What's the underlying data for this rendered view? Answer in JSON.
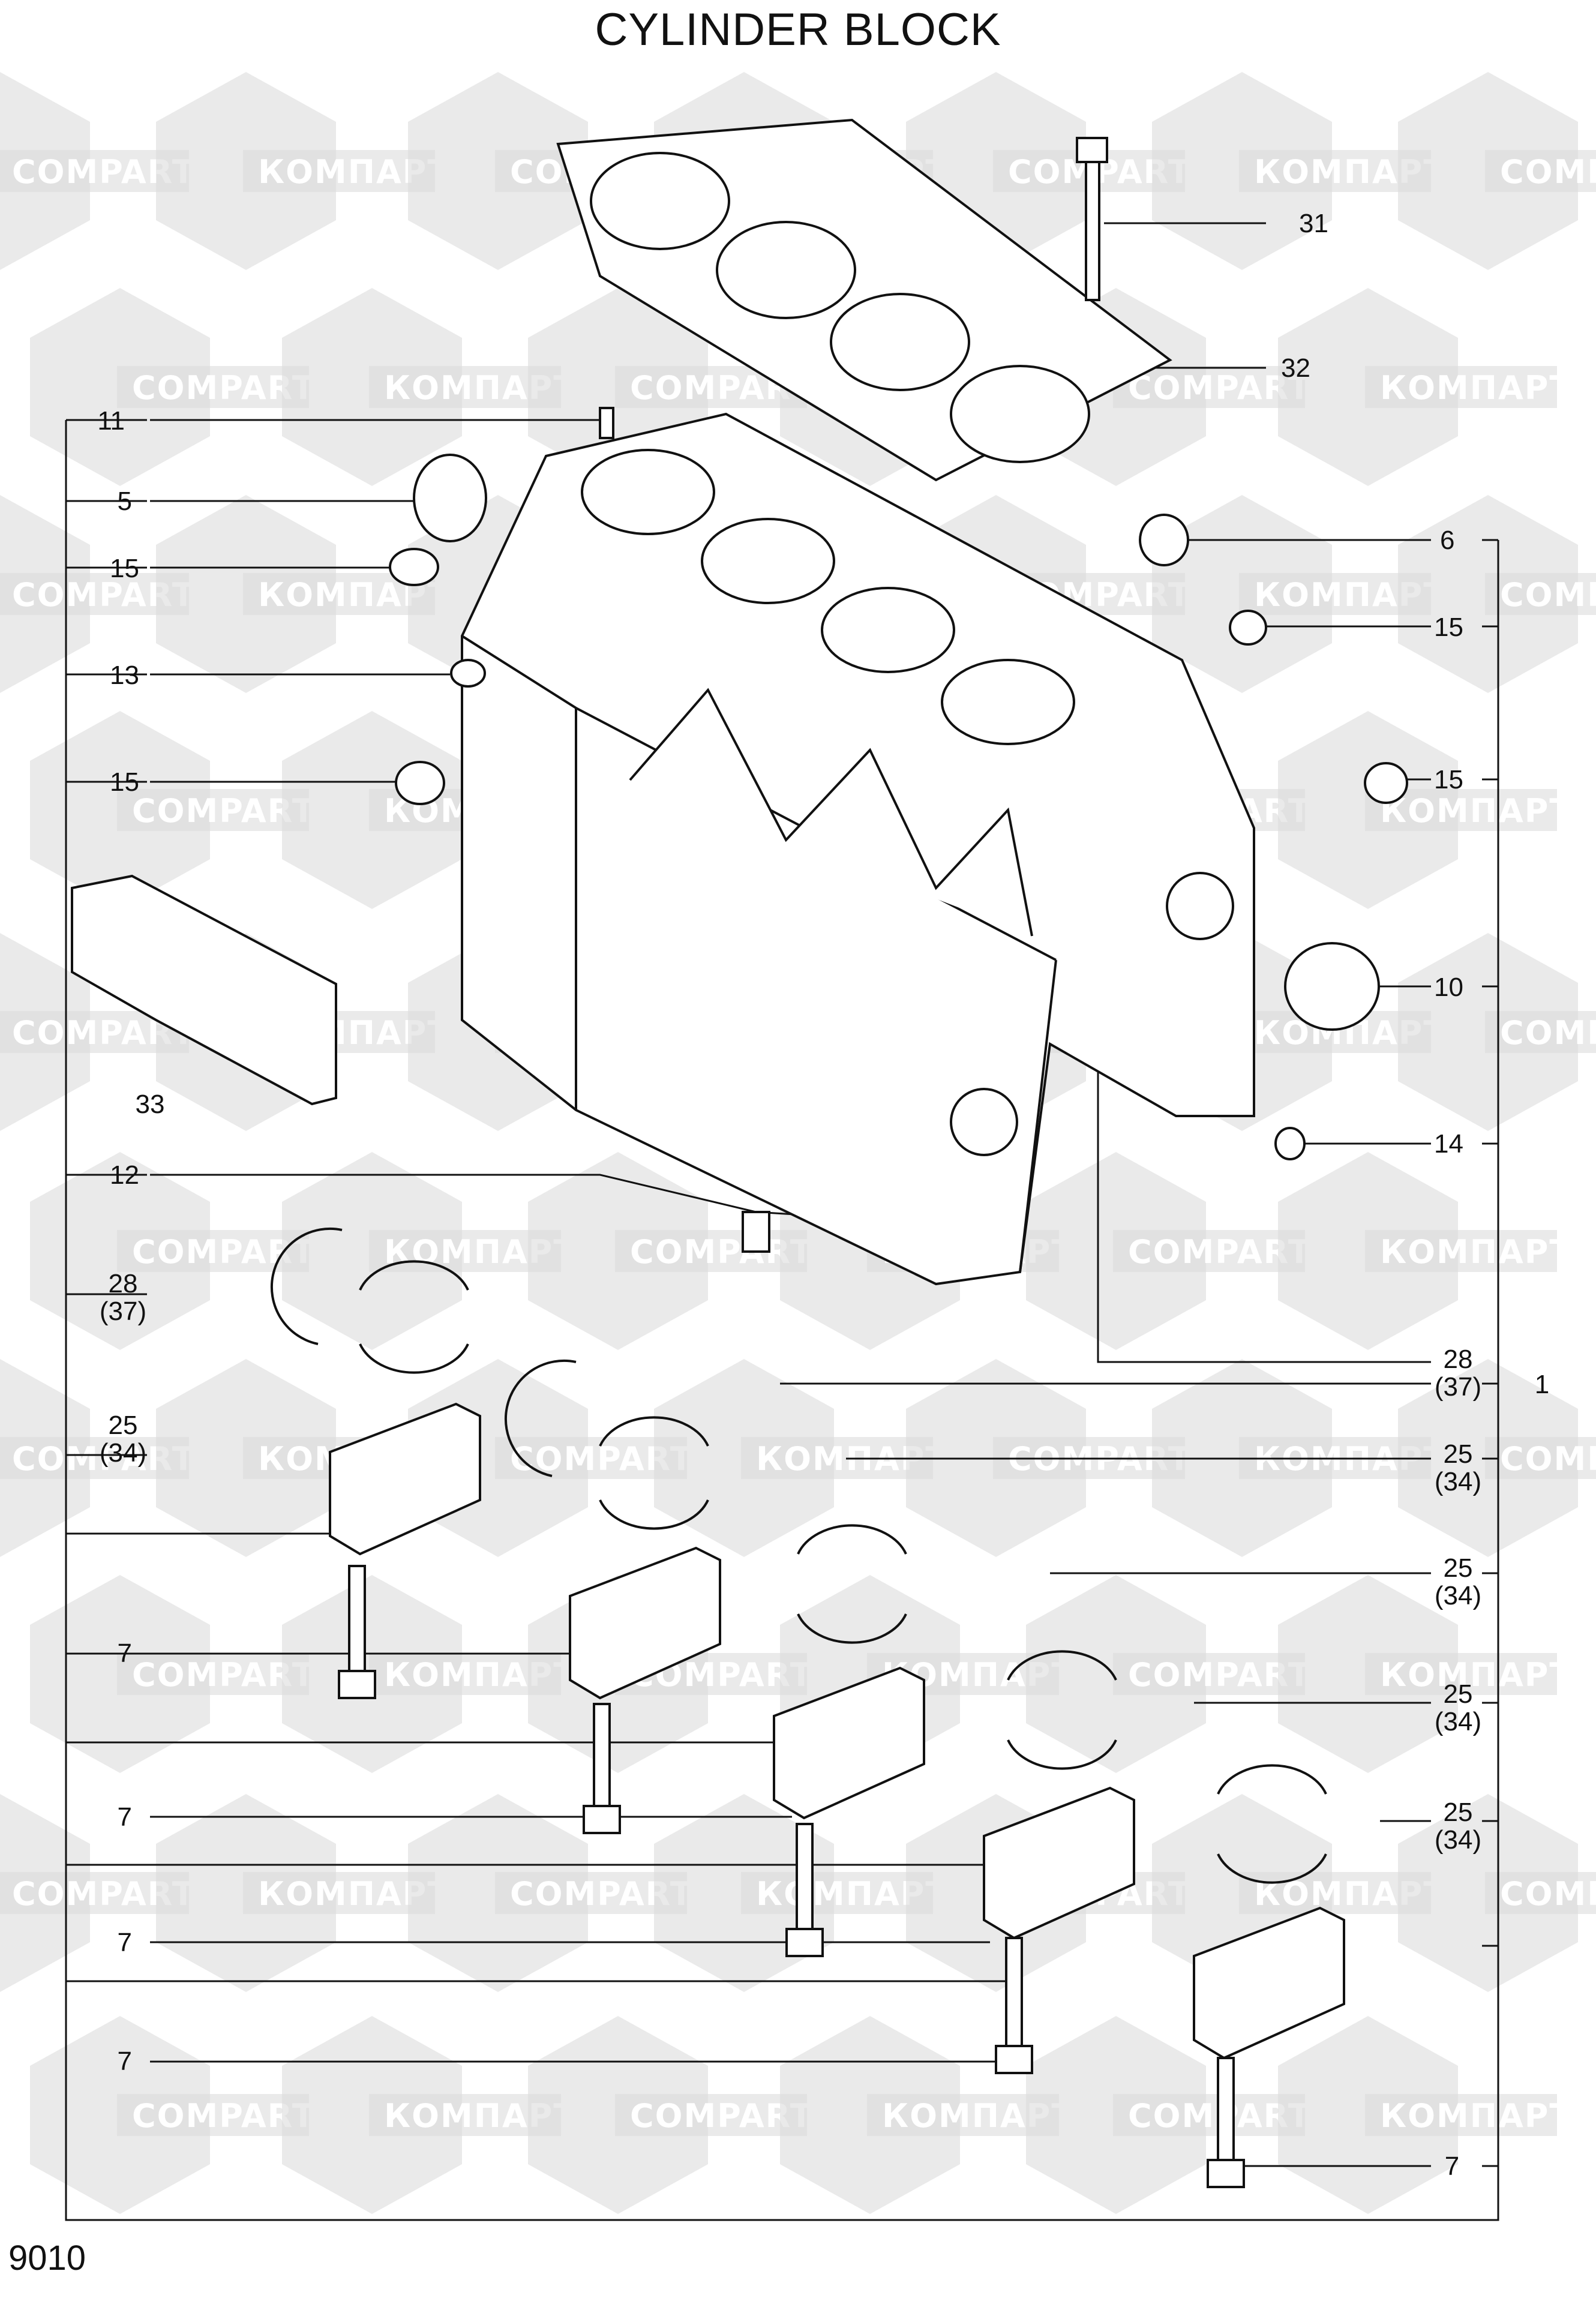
{
  "title": "CYLINDER BLOCK",
  "page_number": "9010",
  "watermark": {
    "text_cyrillic": "КОМПАРТ",
    "text_latin": "COMPART",
    "color": "#d9d9d9"
  },
  "callouts": [
    {
      "id": "c31",
      "label": "31"
    },
    {
      "id": "c32",
      "label": "32"
    },
    {
      "id": "c11",
      "label": "11"
    },
    {
      "id": "c5",
      "label": "5"
    },
    {
      "id": "c15a",
      "label": "15"
    },
    {
      "id": "c6",
      "label": "6"
    },
    {
      "id": "c15b",
      "label": "15"
    },
    {
      "id": "c13",
      "label": "13"
    },
    {
      "id": "c15c",
      "label": "15"
    },
    {
      "id": "c15d",
      "label": "15"
    },
    {
      "id": "c10",
      "label": "10"
    },
    {
      "id": "c33",
      "label": "33"
    },
    {
      "id": "c14",
      "label": "14"
    },
    {
      "id": "c12",
      "label": "12"
    },
    {
      "id": "c28a",
      "label": "28",
      "sub": "(37)"
    },
    {
      "id": "c28b",
      "label": "28",
      "sub": "(37)"
    },
    {
      "id": "c1",
      "label": "1"
    },
    {
      "id": "c25a",
      "label": "25",
      "sub": "(34)"
    },
    {
      "id": "c25b",
      "label": "25",
      "sub": "(34)"
    },
    {
      "id": "c25c",
      "label": "25",
      "sub": "(34)"
    },
    {
      "id": "c25d",
      "label": "25",
      "sub": "(34)"
    },
    {
      "id": "c25e",
      "label": "25",
      "sub": "(34)"
    },
    {
      "id": "c7a",
      "label": "7"
    },
    {
      "id": "c7b",
      "label": "7"
    },
    {
      "id": "c7c",
      "label": "7"
    },
    {
      "id": "c7d",
      "label": "7"
    },
    {
      "id": "c7e",
      "label": "7"
    }
  ]
}
